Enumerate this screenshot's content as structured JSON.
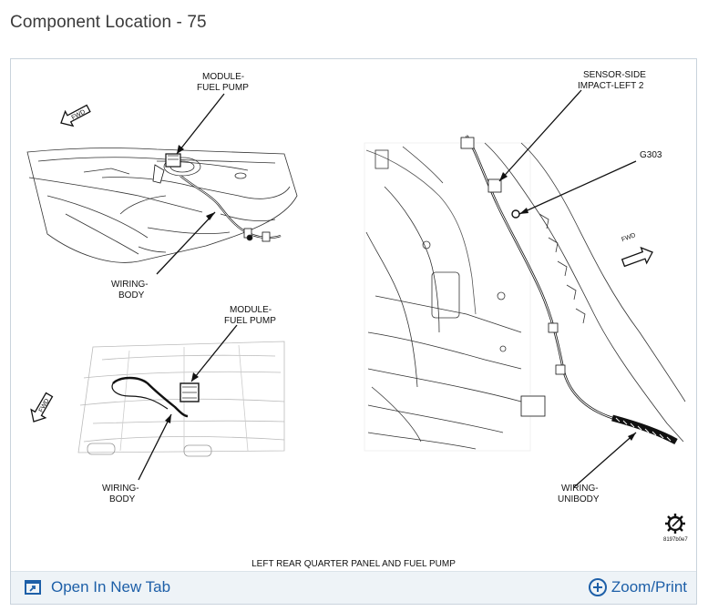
{
  "page": {
    "title": "Component Location - 75"
  },
  "diagram": {
    "caption": "LEFT REAR QUARTER PANEL AND FUEL PUMP",
    "figure_id": "8197b0e7",
    "labels": {
      "module_fuel_pump_top_line1": "MODULE-",
      "module_fuel_pump_top_line2": "FUEL PUMP",
      "wiring_body_top_line1": "WIRING-",
      "wiring_body_top_line2": "BODY",
      "module_fuel_pump_bottom_line1": "MODULE-",
      "module_fuel_pump_bottom_line2": "FUEL PUMP",
      "wiring_body_bottom_line1": "WIRING-",
      "wiring_body_bottom_line2": "BODY",
      "sensor_side_line1": "SENSOR-SIDE",
      "sensor_side_line2": "IMPACT-LEFT 2",
      "g303": "G303",
      "wiring_unibody_line1": "WIRING-",
      "wiring_unibody_line2": "UNIBODY",
      "fwd": "FWD"
    }
  },
  "footer": {
    "open_new_tab": "Open In New Tab",
    "zoom_print": "Zoom/Print"
  },
  "colors": {
    "link": "#1d5fa8",
    "footer_bg": "#eef3f7",
    "frame_border": "#c9d3dc"
  }
}
